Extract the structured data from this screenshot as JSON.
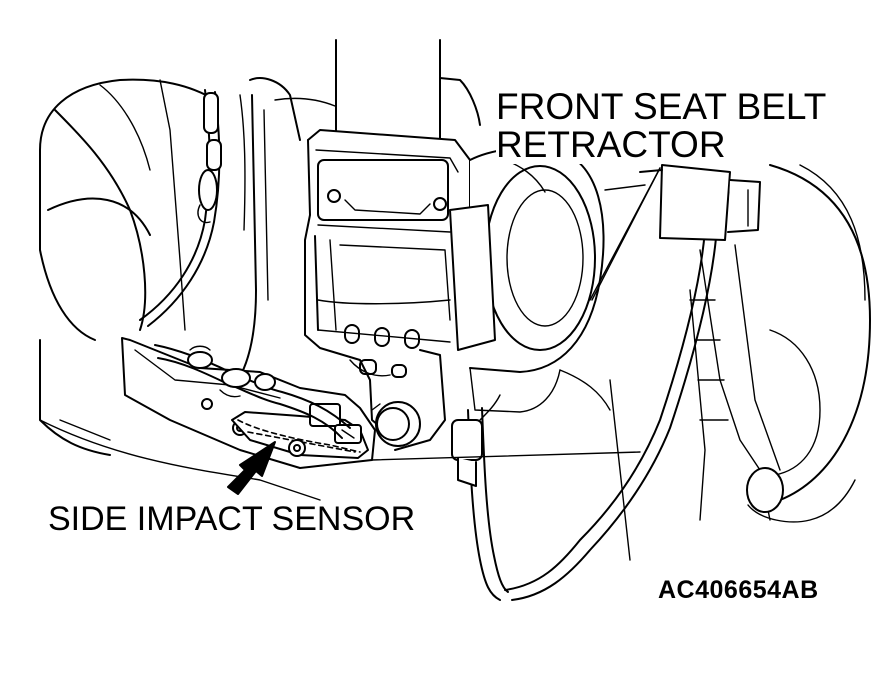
{
  "figure": {
    "callouts": {
      "retractor_line1": "FRONT SEAT BELT",
      "retractor_line2": "RETRACTOR",
      "sensor": "SIDE IMPACT SENSOR"
    },
    "figure_code": "AC406654AB"
  }
}
